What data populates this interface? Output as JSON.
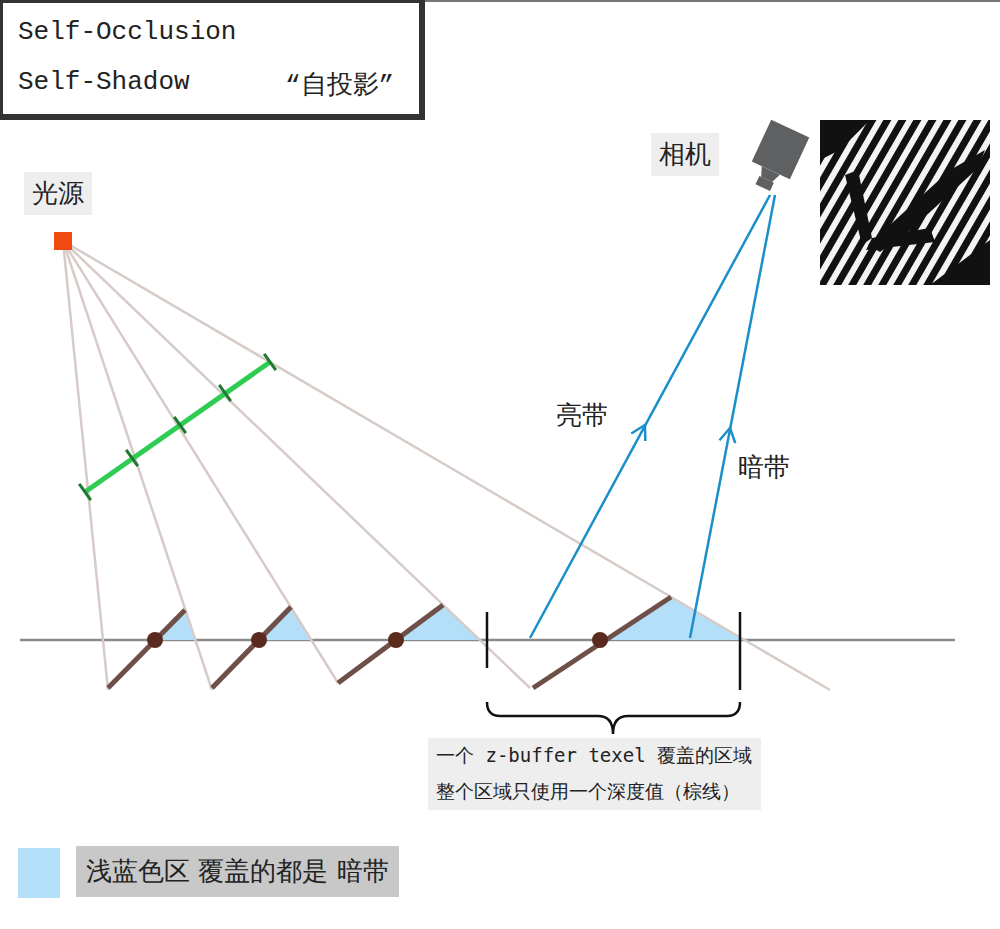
{
  "diagram": {
    "nodes": [
      {
        "text": [
          "Self-Occlusion",
          "Self-Shadow",
          "“自投影”"
        ]
      }
    ],
    "labels": [
      "光源",
      "相机",
      "亮带",
      "暗带",
      "一个 z-buffer texel 覆盖的区域",
      "整个区域只使用一个深度值（棕线）"
    ],
    "legend": [
      {
        "text": "浅蓝色区 覆盖的都是 暗带",
        "color": "#b3e0f8"
      }
    ]
  }
}
